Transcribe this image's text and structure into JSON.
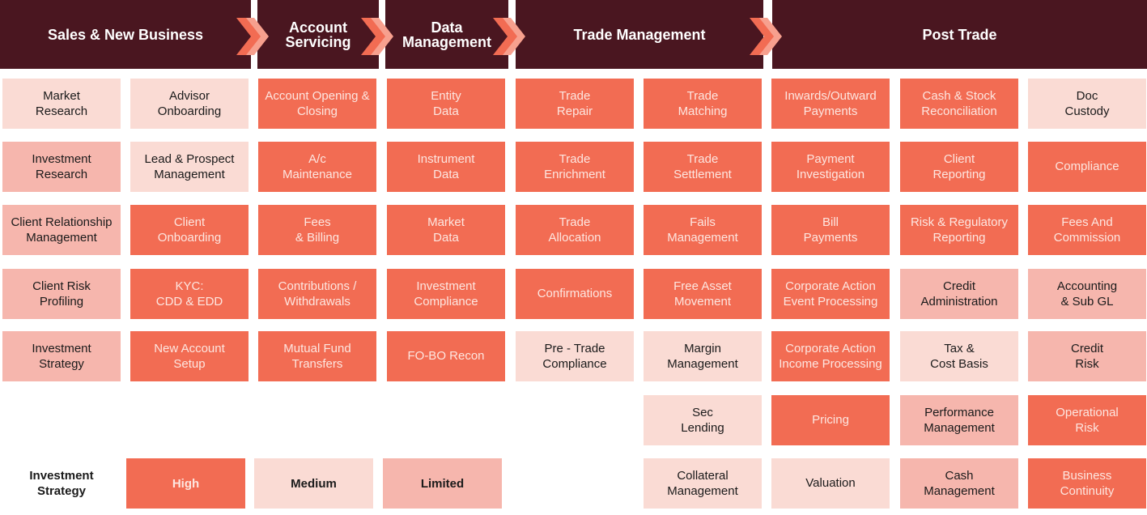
{
  "colors": {
    "header_bg": "#4a1620",
    "high": "#f26c53",
    "medium": "#fadbd4",
    "limited": "#f6b6ad",
    "chevron": "#f26c53"
  },
  "headers": [
    "Sales & New Business",
    "Account\nServicing",
    "Data\nManagement",
    "Trade Management",
    "Post Trade"
  ],
  "cells": [
    [
      {
        "t": "Market\nResearch",
        "l": "medium"
      },
      {
        "t": "Investment\nResearch",
        "l": "limited"
      },
      {
        "t": "Client Relationship\nManagement",
        "l": "limited"
      },
      {
        "t": "Client Risk\nProfiling",
        "l": "limited"
      },
      {
        "t": "Investment\nStrategy",
        "l": "limited"
      }
    ],
    [
      {
        "t": "Advisor\nOnboarding",
        "l": "medium"
      },
      {
        "t": "Lead & Prospect\nManagement",
        "l": "medium"
      },
      {
        "t": "Client\nOnboarding",
        "l": "high"
      },
      {
        "t": "KYC:\nCDD & EDD",
        "l": "high"
      },
      {
        "t": "New Account\nSetup",
        "l": "high"
      }
    ],
    [
      {
        "t": "Account Opening &\nClosing",
        "l": "high"
      },
      {
        "t": "A/c\nMaintenance",
        "l": "high"
      },
      {
        "t": "Fees\n& Billing",
        "l": "high"
      },
      {
        "t": "Contributions /\nWithdrawals",
        "l": "high"
      },
      {
        "t": "Mutual Fund\nTransfers",
        "l": "high"
      }
    ],
    [
      {
        "t": "Entity\nData",
        "l": "high"
      },
      {
        "t": "Instrument\nData",
        "l": "high"
      },
      {
        "t": "Market\nData",
        "l": "high"
      },
      {
        "t": "Investment\nCompliance",
        "l": "high"
      },
      {
        "t": "FO-BO Recon",
        "l": "high"
      }
    ],
    [
      {
        "t": "Trade\nRepair",
        "l": "high"
      },
      {
        "t": "Trade\nEnrichment",
        "l": "high"
      },
      {
        "t": "Trade\nAllocation",
        "l": "high"
      },
      {
        "t": "Confirmations",
        "l": "high"
      },
      {
        "t": "Pre - Trade\nCompliance",
        "l": "medium"
      }
    ],
    [
      {
        "t": "Trade\nMatching",
        "l": "high"
      },
      {
        "t": "Trade\nSettlement",
        "l": "high"
      },
      {
        "t": "Fails\nManagement",
        "l": "high"
      },
      {
        "t": "Free Asset\nMovement",
        "l": "high"
      },
      {
        "t": "Margin\nManagement",
        "l": "medium"
      },
      {
        "t": "Sec\nLending",
        "l": "medium"
      },
      {
        "t": "Collateral\nManagement",
        "l": "medium"
      }
    ],
    [
      {
        "t": "Inwards/Outward\nPayments",
        "l": "high"
      },
      {
        "t": "Payment\nInvestigation",
        "l": "high"
      },
      {
        "t": "Bill\nPayments",
        "l": "high"
      },
      {
        "t": "Corporate Action\nEvent Processing",
        "l": "high"
      },
      {
        "t": "Corporate Action\nIncome Processing",
        "l": "high"
      },
      {
        "t": "Pricing",
        "l": "high"
      },
      {
        "t": "Valuation",
        "l": "medium"
      }
    ],
    [
      {
        "t": "Cash & Stock\nReconciliation",
        "l": "high"
      },
      {
        "t": "Client\nReporting",
        "l": "high"
      },
      {
        "t": "Risk & Regulatory\nReporting",
        "l": "high"
      },
      {
        "t": "Credit\nAdministration",
        "l": "limited"
      },
      {
        "t": "Tax &\nCost Basis",
        "l": "medium"
      },
      {
        "t": "Performance\nManagement",
        "l": "limited"
      },
      {
        "t": "Cash\nManagement",
        "l": "limited"
      }
    ],
    [
      {
        "t": "Doc\nCustody",
        "l": "medium"
      },
      {
        "t": "Compliance",
        "l": "high"
      },
      {
        "t": "Fees And\nCommission",
        "l": "high"
      },
      {
        "t": "Accounting\n& Sub GL",
        "l": "limited"
      },
      {
        "t": "Credit\nRisk",
        "l": "limited"
      },
      {
        "t": "Operational\nRisk",
        "l": "high"
      },
      {
        "t": "Business\nContinuity",
        "l": "high"
      }
    ]
  ],
  "legend": {
    "label": "Investment\nStrategy",
    "high": "High",
    "medium": "Medium",
    "limited": "Limited"
  }
}
